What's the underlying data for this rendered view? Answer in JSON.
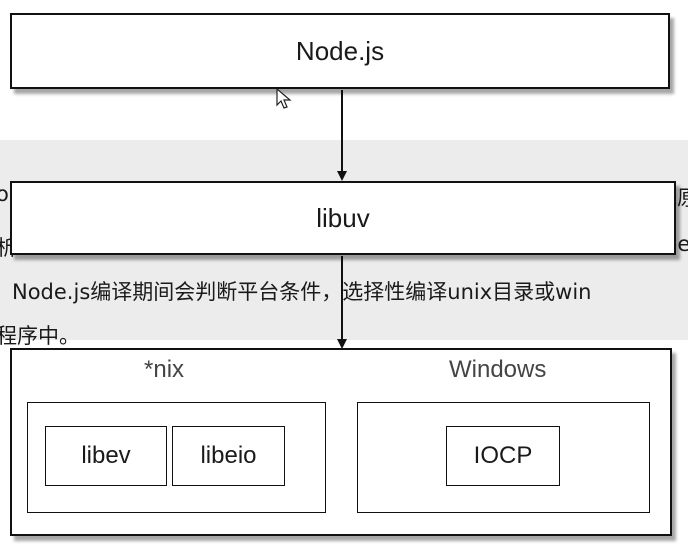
{
  "nodes": {
    "nodejs": "Node.js",
    "libuv": "libuv",
    "nix": "*nix",
    "windows": "Windows",
    "libev": "libev",
    "libeio": "libeio",
    "iocp": "IOCP"
  },
  "background_text": {
    "line1_left": "o",
    "line1_right": "能原",
    "line2_left": "析",
    "line2_right": "be",
    "line3": "Node.js编译期间会判断平台条件，选择性编译unix目录或win",
    "line4": "程序中。"
  },
  "colors": {
    "box_border": "#111111",
    "page_band": "#ececec",
    "arrow": "#111111"
  }
}
